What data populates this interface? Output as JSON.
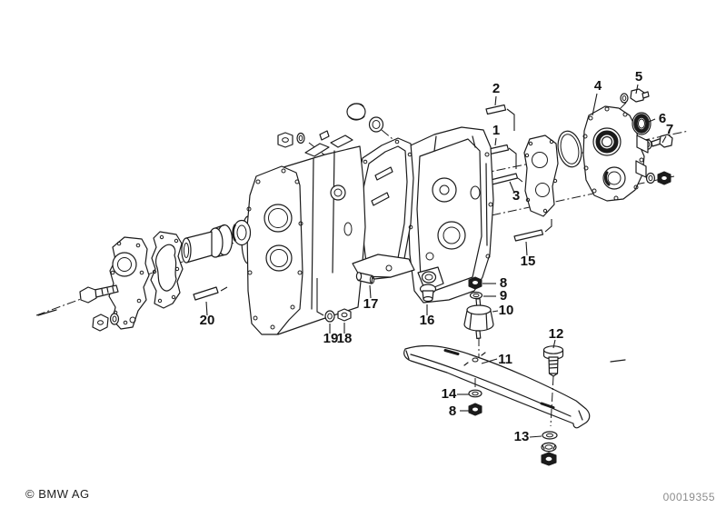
{
  "diagram": {
    "callouts": [
      {
        "label": "2"
      },
      {
        "label": "1"
      },
      {
        "label": "3"
      },
      {
        "label": "4"
      },
      {
        "label": "5"
      },
      {
        "label": "6"
      },
      {
        "label": "7"
      },
      {
        "label": "15"
      },
      {
        "label": "8"
      },
      {
        "label": "9"
      },
      {
        "label": "10"
      },
      {
        "label": "11"
      },
      {
        "label": "12"
      },
      {
        "label": "13"
      },
      {
        "label": "14"
      },
      {
        "label": "8"
      },
      {
        "label": "16"
      },
      {
        "label": "17"
      },
      {
        "label": "18"
      },
      {
        "label": "19"
      },
      {
        "label": "20"
      }
    ]
  },
  "footer": {
    "copyright": "© BMW AG",
    "document_number": "00019355"
  },
  "colors": {
    "line": "#1b1b1b",
    "background": "#ffffff",
    "document_number_text": "#8c8c8c"
  }
}
